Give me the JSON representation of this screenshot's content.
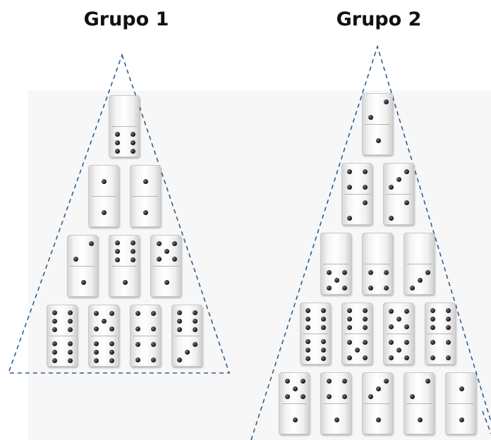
{
  "groups": [
    {
      "title": "Grupo 1",
      "rows": [
        [
          [
            0,
            6
          ]
        ],
        [
          [
            1,
            1
          ],
          [
            1,
            1
          ]
        ],
        [
          [
            2,
            1
          ],
          [
            6,
            1
          ],
          [
            5,
            1
          ]
        ],
        [
          [
            6,
            6
          ],
          [
            5,
            6
          ],
          [
            4,
            4
          ],
          [
            6,
            3
          ]
        ]
      ]
    },
    {
      "title": "Grupo 2",
      "rows": [
        [
          [
            2,
            1
          ]
        ],
        [
          [
            4,
            2
          ],
          [
            3,
            2
          ]
        ],
        [
          [
            0,
            5
          ],
          [
            0,
            4
          ],
          [
            0,
            3
          ]
        ],
        [
          [
            6,
            6
          ],
          [
            6,
            5
          ],
          [
            5,
            5
          ],
          [
            6,
            4
          ]
        ],
        [
          [
            5,
            1
          ],
          [
            4,
            1
          ],
          [
            3,
            1
          ],
          [
            2,
            1
          ],
          [
            1,
            1
          ]
        ]
      ]
    }
  ],
  "colors": {
    "outline": "#2e5f8f",
    "pip": "#000000",
    "tile": "#f4f4f4"
  }
}
